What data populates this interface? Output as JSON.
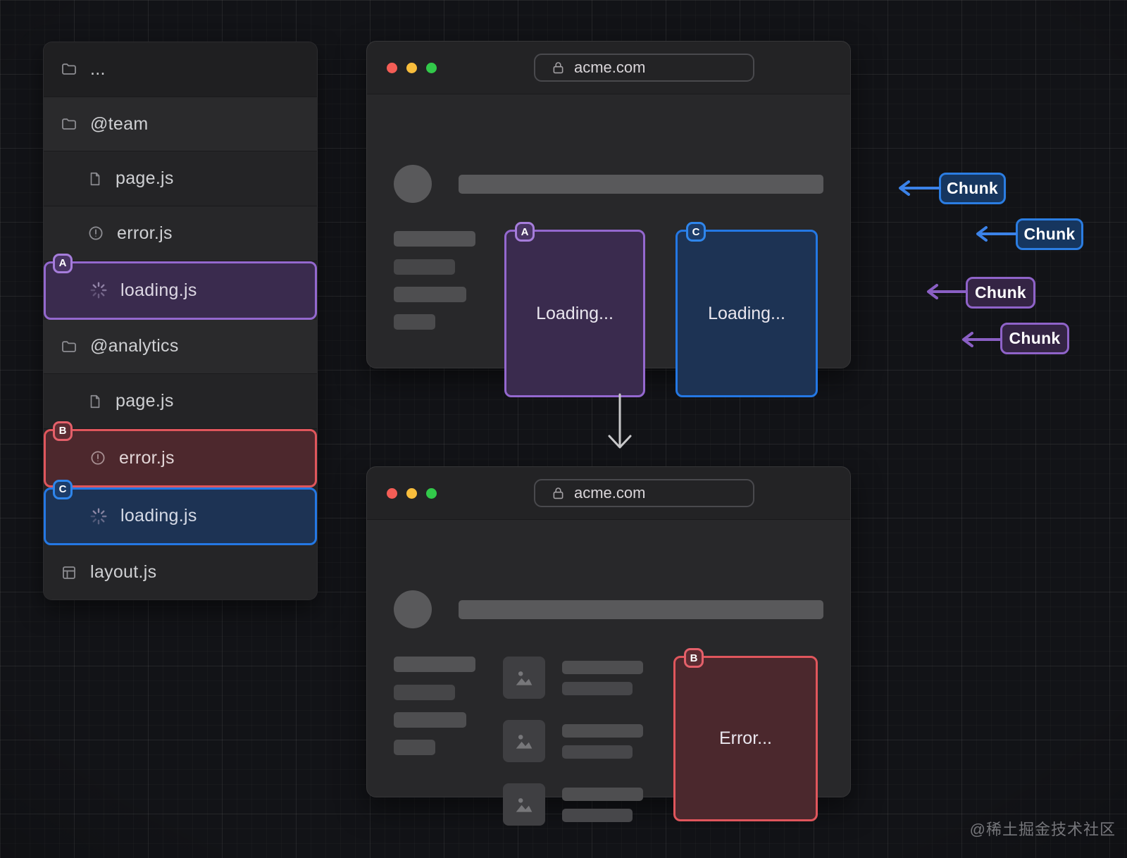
{
  "page": {
    "watermark": "@稀土掘金技术社区"
  },
  "accent_colors": {
    "purple": "#9468cf",
    "blue": "#2478e4",
    "red": "#e0565c",
    "skeleton_gray": "#59595b"
  },
  "file_tree": {
    "items": [
      {
        "label": "...",
        "icon": "folder-icon"
      },
      {
        "label": "@team",
        "icon": "folder-icon"
      },
      {
        "label": "page.js",
        "icon": "file-icon"
      },
      {
        "label": "error.js",
        "icon": "alert-icon"
      },
      {
        "label": "loading.js",
        "icon": "spinner-icon",
        "badge": "A",
        "highlight": "purple"
      },
      {
        "label": "@analytics",
        "icon": "folder-icon"
      },
      {
        "label": "page.js",
        "icon": "file-icon"
      },
      {
        "label": "error.js",
        "icon": "alert-icon",
        "badge": "B",
        "highlight": "red"
      },
      {
        "label": "loading.js",
        "icon": "spinner-icon",
        "badge": "C",
        "highlight": "blue"
      },
      {
        "label": "layout.js",
        "icon": "layout-icon"
      }
    ]
  },
  "browser_top": {
    "url": "acme.com",
    "cards": [
      {
        "badge": "A",
        "label": "Loading...",
        "color": "purple"
      },
      {
        "badge": "C",
        "label": "Loading...",
        "color": "blue"
      }
    ]
  },
  "browser_bottom": {
    "url": "acme.com",
    "cards": [
      {
        "badge": "B",
        "label": "Error...",
        "color": "red"
      }
    ]
  },
  "chunk_labels": [
    {
      "label": "Chunk",
      "color": "blue"
    },
    {
      "label": "Chunk",
      "color": "blue"
    },
    {
      "label": "Chunk",
      "color": "purple"
    },
    {
      "label": "Chunk",
      "color": "purple"
    }
  ]
}
